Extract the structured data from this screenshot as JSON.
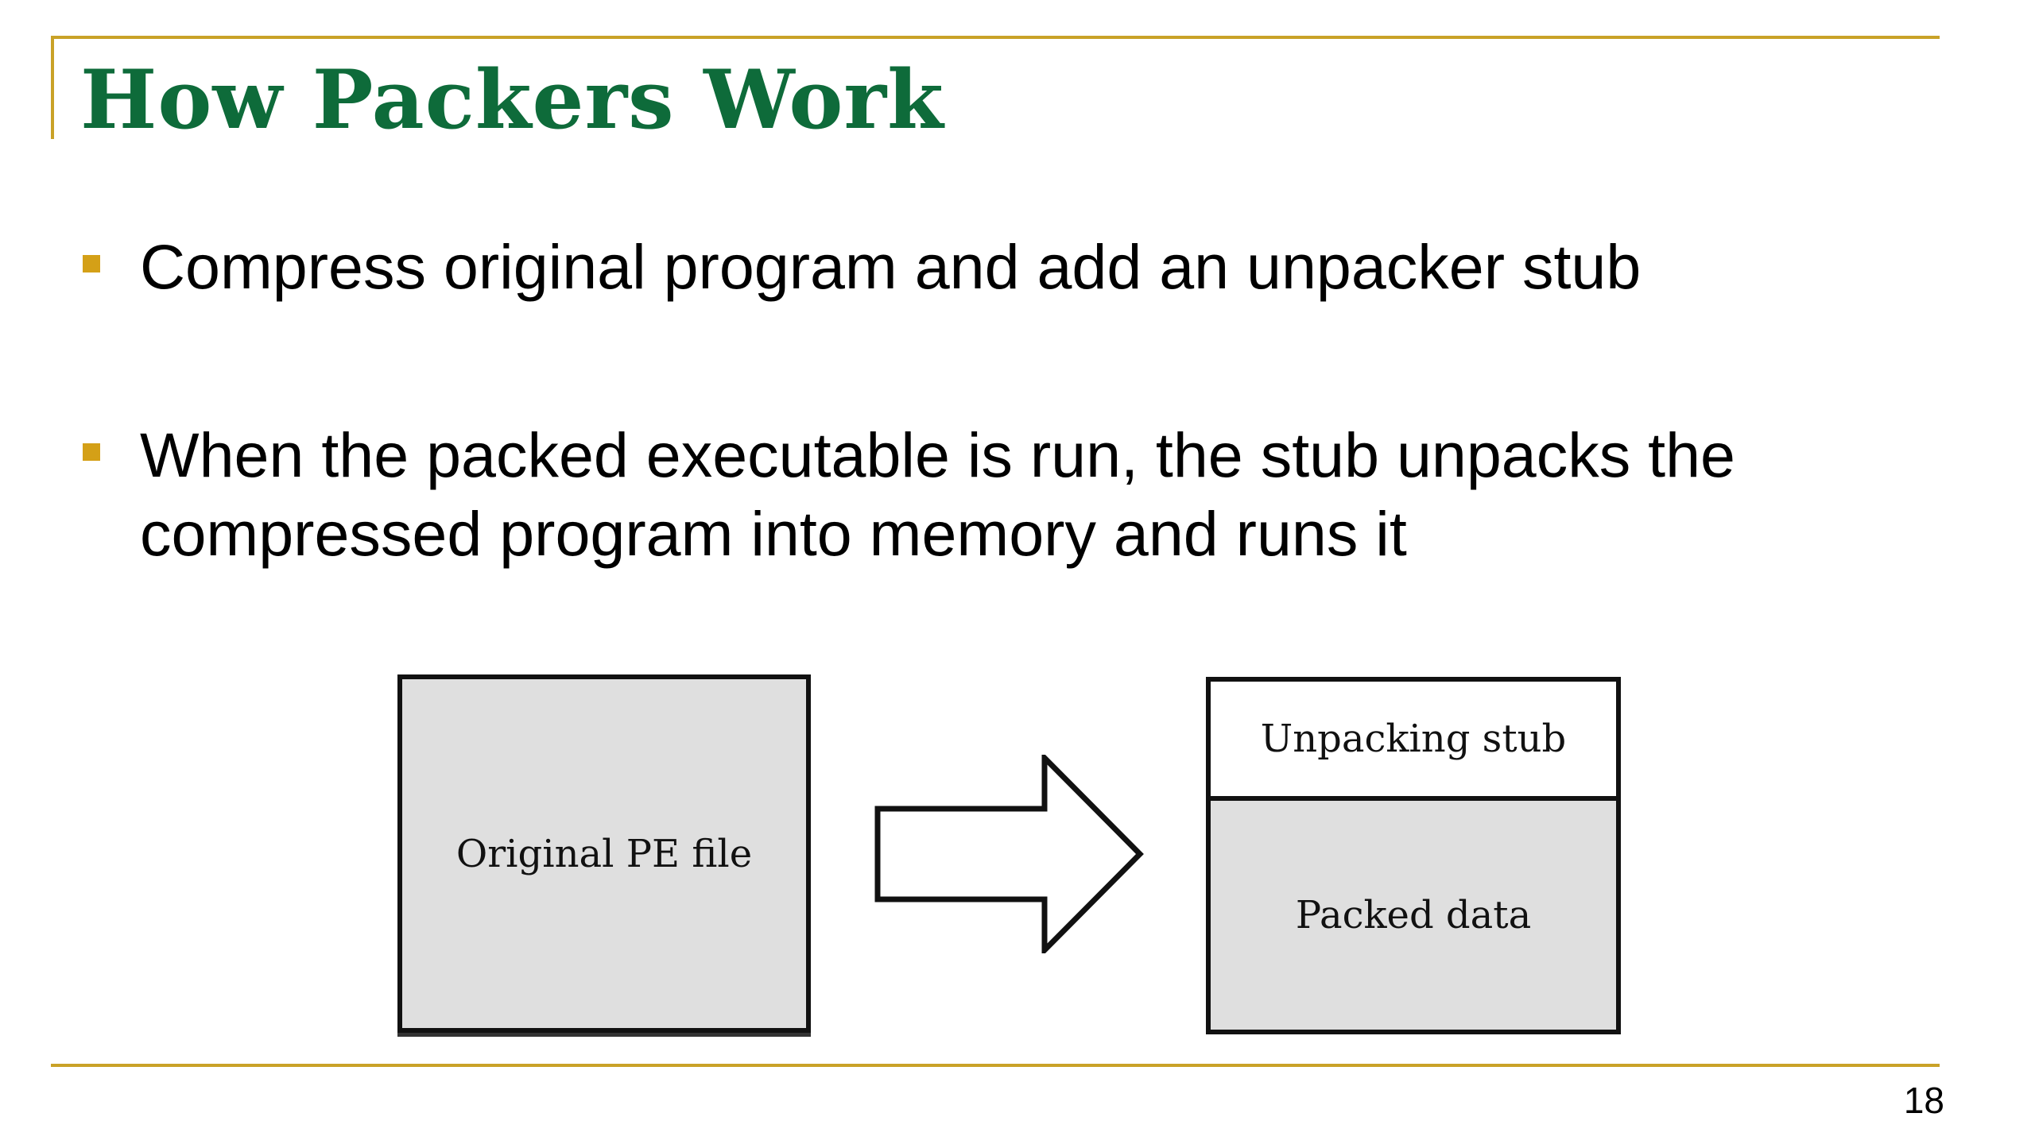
{
  "slide": {
    "title": "How Packers Work",
    "page_number": "18",
    "bullets": [
      "Compress original program and add an unpacker stub",
      "When the packed executable is run, the stub unpacks the compressed program into memory and runs it"
    ]
  },
  "diagram": {
    "original_label": "Original PE file",
    "stub_label": "Unpacking stub",
    "packed_label": "Packed data"
  },
  "colors": {
    "title": "#0E6B3A",
    "rule": "#C9A227",
    "bullet_marker": "#D4A017",
    "box_fill": "#DFDFDF",
    "box_border": "#111111"
  }
}
